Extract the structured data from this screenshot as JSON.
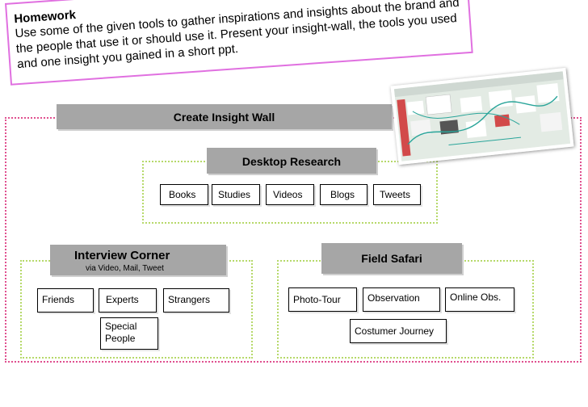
{
  "homework": {
    "title": "Homework",
    "body": "Use some of the given tools to gather inspirations and insights about the brand and the people that use it or should use it. Present your insight-wall, the tools you used and one insight you gained in a short ppt."
  },
  "main": {
    "title": "Create Insight Wall"
  },
  "desktop_research": {
    "title": "Desktop Research",
    "tools": [
      "Books",
      "Studies",
      "Videos",
      "Blogs",
      "Tweets"
    ]
  },
  "interview_corner": {
    "title": "Interview Corner",
    "subtitle": "via Video, Mail, Tweet",
    "tools": [
      "Friends",
      "Experts",
      "Strangers",
      "Special People"
    ]
  },
  "field_safari": {
    "title": "Field Safari",
    "tools": [
      "Photo-Tour",
      "Observation",
      "Online Obs.",
      "Costumer Journey"
    ]
  },
  "colors": {
    "outer_border": "#e0508f",
    "section_border": "#b6d96a",
    "header_bar": "#a6a6a6",
    "homework_border": "#e070e0"
  }
}
